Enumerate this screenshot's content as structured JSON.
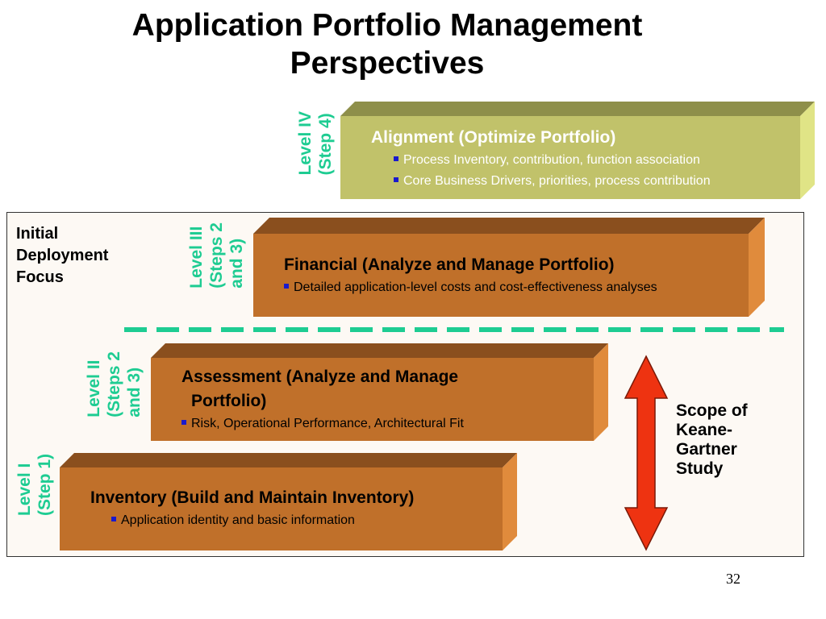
{
  "title": "Application Portfolio Management Perspectives",
  "focus_box": {
    "label": "Initial Deployment Focus"
  },
  "levels": [
    {
      "level_label": "Level IV",
      "steps_label": "(Step 4)",
      "heading": "Alignment (Optimize Portfolio)",
      "bullets": [
        "Process Inventory, contribution, function association",
        "Core Business Drivers, priorities, process contribution"
      ],
      "color": "#c1c26a"
    },
    {
      "level_label": "Level III",
      "steps_label": "(Steps 2",
      "steps_label_2": "and 3)",
      "heading": "Financial (Analyze and Manage Portfolio)",
      "bullets": [
        "Detailed application-level costs and cost-effectiveness analyses"
      ],
      "color": "#c0702a"
    },
    {
      "level_label": "Level II",
      "steps_label": "(Steps 2",
      "steps_label_2": "and 3)",
      "heading_line1": "Assessment (Analyze and Manage",
      "heading_line2": "Portfolio)",
      "bullets": [
        "Risk, Operational Performance, Architectural Fit"
      ],
      "color": "#c0702a"
    },
    {
      "level_label": "Level I",
      "steps_label": "(Step 1)",
      "heading": "Inventory (Build and Maintain Inventory)",
      "bullets": [
        "Application identity and basic information"
      ],
      "color": "#c0702a"
    }
  ],
  "scope": {
    "line1": "Scope of",
    "line2": "Keane-",
    "line3": "Gartner",
    "line4": "Study",
    "arrow_color": "#ee3311"
  },
  "divider_color": "#1ecc92",
  "page_number": "32"
}
